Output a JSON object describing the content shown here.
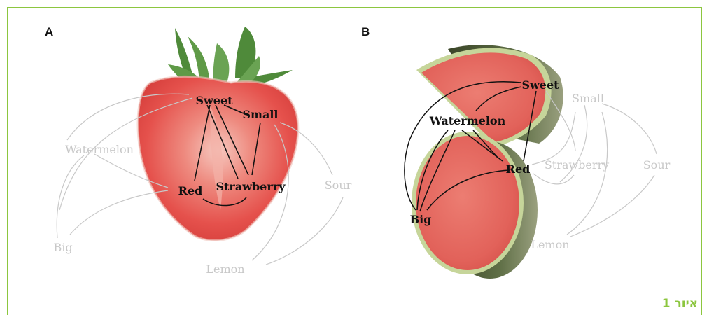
{
  "panels": [
    {
      "letter": "A",
      "fruit": "strawberry",
      "dark_labels": [
        "Sweet",
        "Small",
        "Red",
        "Strawberry"
      ],
      "light_labels": [
        "Watermelon",
        "Big",
        "Sour",
        "Lemon"
      ]
    },
    {
      "letter": "B",
      "fruit": "watermelon",
      "dark_labels": [
        "Sweet",
        "Watermelon",
        "Red",
        "Big"
      ],
      "light_labels": [
        "Small",
        "Strawberry",
        "Sour",
        "Lemon"
      ]
    }
  ],
  "caption": "איור 1",
  "colors": {
    "frame": "#8cc63f",
    "strawberry_flesh": "#e8524f",
    "watermelon_flesh": "#e0615a",
    "rind": "#5e6e45",
    "leaves": "#4f8a3a"
  }
}
